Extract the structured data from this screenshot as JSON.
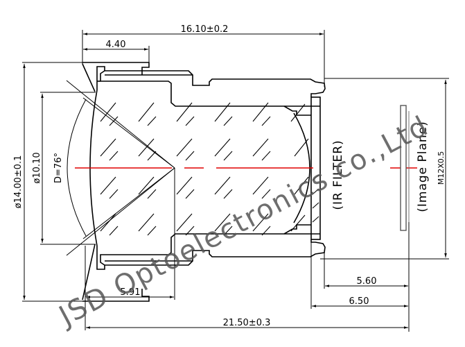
{
  "drawing": {
    "title": "M12 lens mechanical drawing",
    "colors": {
      "line": "#000000",
      "axis": "#e00000",
      "watermark": "#555555",
      "background": "#ffffff"
    },
    "dimensions": {
      "overall_flange_length": "16.10±0.2",
      "front_cap_length": "4.40",
      "outer_diameter": "ø14.00±0.1",
      "aperture_diameter": "ø10.10",
      "field_of_view": "D=76°",
      "front_lens_depth": "5.91",
      "back_focal_filter": "5.60",
      "back_focal_flange": "6.50",
      "total_length": "21.50±0.3",
      "thread": "M12X0.5"
    },
    "labels": {
      "ir_filter": "(IR FILTER)",
      "image_plane": "(Image Plane)"
    },
    "watermark": "JSD Optoelectronics co.,Ltd"
  }
}
